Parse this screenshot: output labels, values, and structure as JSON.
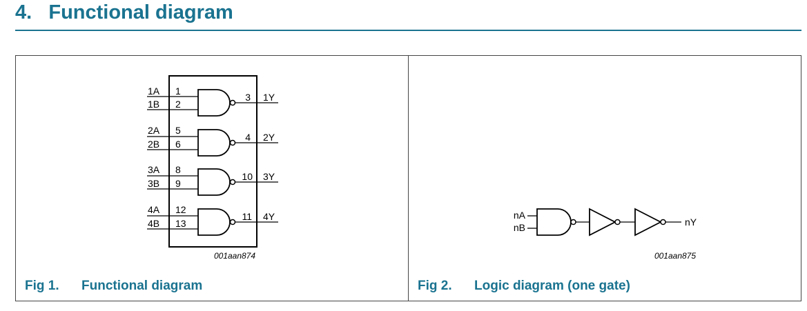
{
  "section": {
    "number": "4.",
    "title": "Functional diagram"
  },
  "fig1": {
    "caption_number": "Fig 1.",
    "caption_text": "Functional diagram",
    "code": "001aan874",
    "gates": [
      {
        "in_a": "1A",
        "in_b": "1B",
        "pin_a": "1",
        "pin_b": "2",
        "pin_out": "3",
        "out": "1Y"
      },
      {
        "in_a": "2A",
        "in_b": "2B",
        "pin_a": "5",
        "pin_b": "6",
        "pin_out": "4",
        "out": "2Y"
      },
      {
        "in_a": "3A",
        "in_b": "3B",
        "pin_a": "8",
        "pin_b": "9",
        "pin_out": "10",
        "out": "3Y"
      },
      {
        "in_a": "4A",
        "in_b": "4B",
        "pin_a": "12",
        "pin_b": "13",
        "pin_out": "11",
        "out": "4Y"
      }
    ]
  },
  "fig2": {
    "caption_number": "Fig 2.",
    "caption_text": "Logic diagram (one gate)",
    "code": "001aan875",
    "in_a": "nA",
    "in_b": "nB",
    "out": "nY"
  }
}
